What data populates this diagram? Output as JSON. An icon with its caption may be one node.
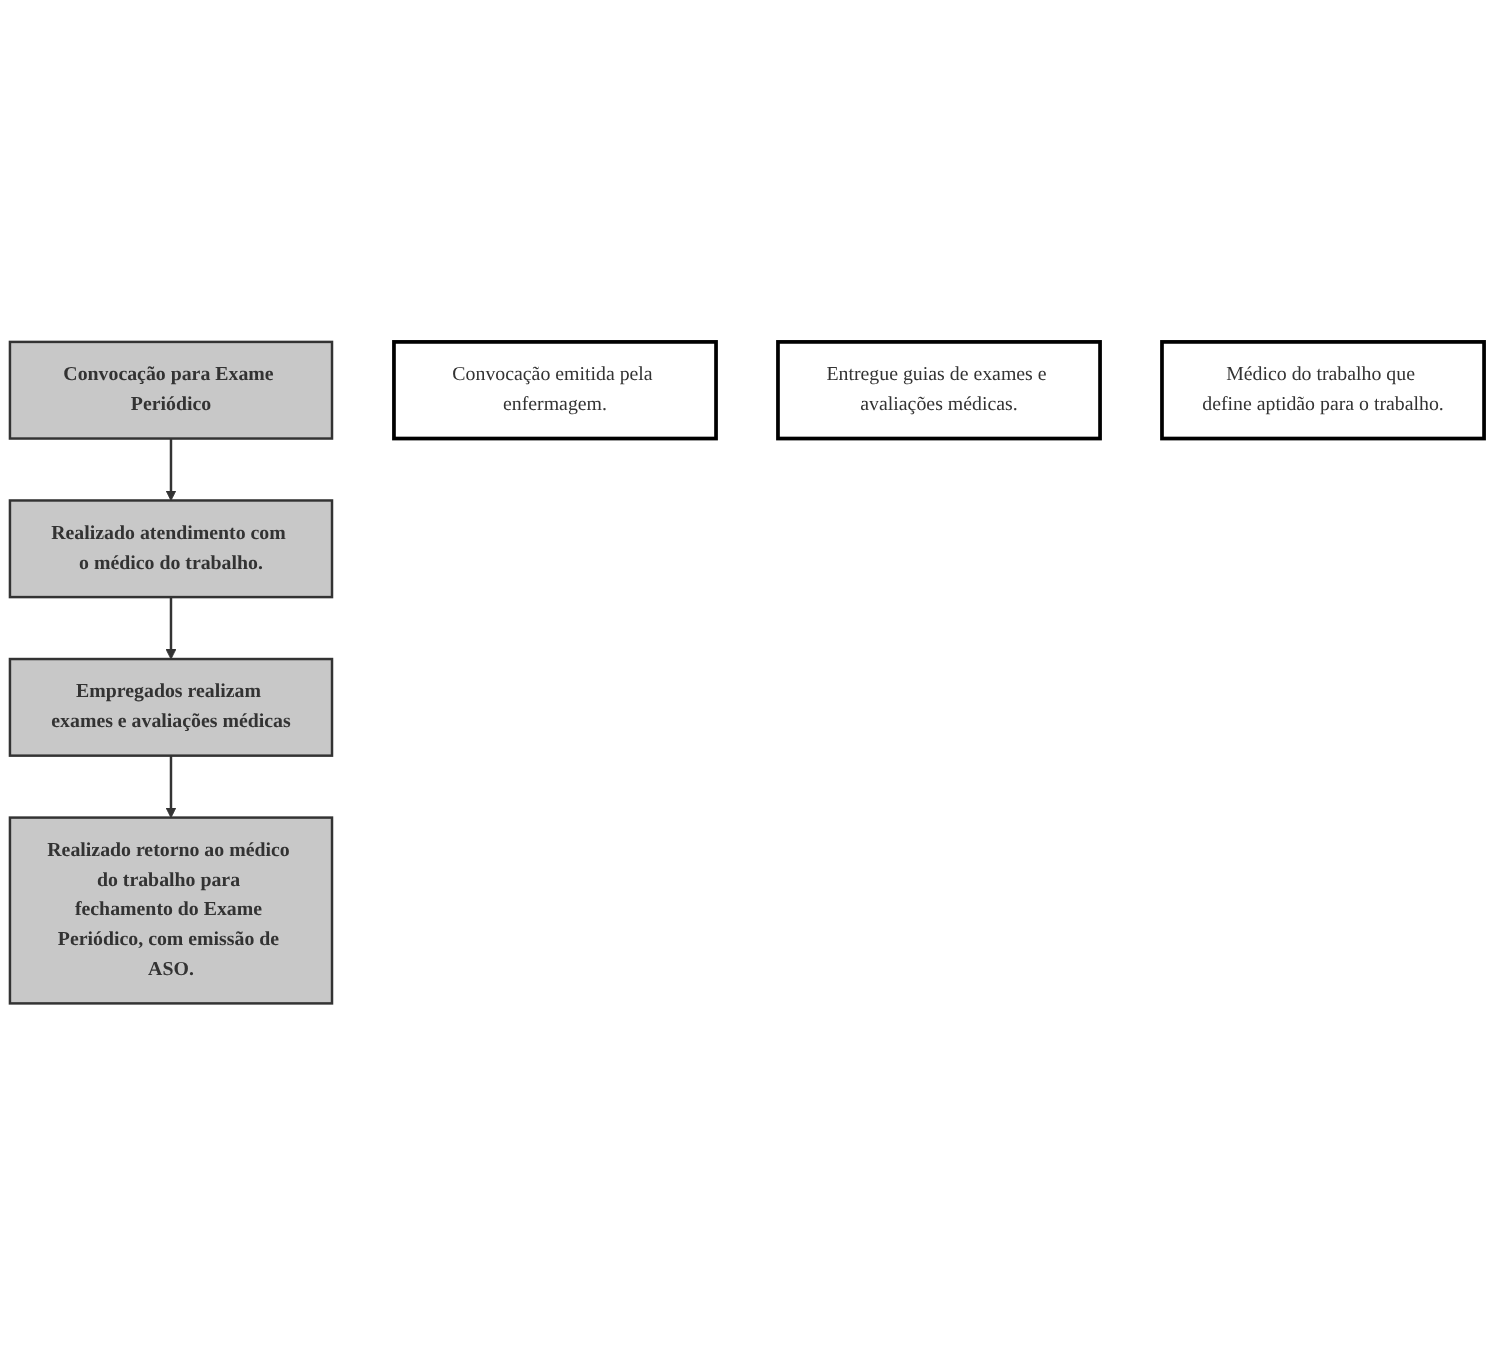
{
  "diagram": {
    "nodes": [
      {
        "text": [
          "Convocação para Exame Periódico"
        ]
      },
      {
        "text": [
          "Convocação emitida pela enfermagem."
        ]
      },
      {
        "text": [
          "Realizado atendimento com o médico do trabalho."
        ]
      },
      {
        "text": [
          "Entregue guias de exames e avaliações médicas."
        ]
      },
      {
        "text": [
          "Empregados realizam exames e avaliações médicas"
        ]
      },
      {
        "text": [
          "Médico do trabalho que define aptidão para o trabalho."
        ]
      },
      {
        "text": [
          "Realizado retorno ao médico do trabalho para fechamento do Exame Periódico, com emissão de ASO."
        ]
      }
    ],
    "edges": [
      {
        "from": 0,
        "to": 2,
        "arrow": "to"
      },
      {
        "from": 2,
        "to": 4,
        "arrow": "to"
      },
      {
        "from": 4,
        "to": 6,
        "arrow": "to"
      }
    ]
  }
}
